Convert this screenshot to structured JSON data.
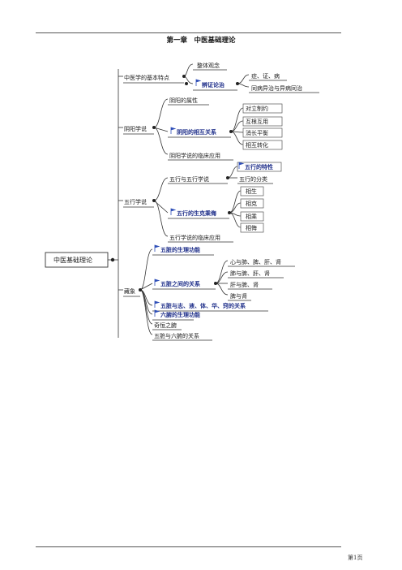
{
  "header": {
    "title": "第一章　中医基础理论"
  },
  "mindmap": {
    "root": "中医基础理论",
    "branches": [
      {
        "label": "中医学的基本特点",
        "children": [
          {
            "label": "整体观念"
          },
          {
            "label": "辨证论治",
            "flag": true,
            "children": [
              {
                "label": "症、证、病"
              },
              {
                "label": "同病异治与异病同治"
              }
            ]
          }
        ]
      },
      {
        "label": "阴阳学说",
        "children": [
          {
            "label": "阴阳的属性"
          },
          {
            "label": "阴阳的相互关系",
            "flag": true,
            "children": [
              {
                "label": "对立制约"
              },
              {
                "label": "互根互用"
              },
              {
                "label": "消长平衡"
              },
              {
                "label": "相互转化"
              }
            ]
          },
          {
            "label": "阴阳学说的临床应用"
          }
        ]
      },
      {
        "label": "五行学说",
        "children": [
          {
            "label": "五行与五行学说",
            "children": [
              {
                "label": "五行的特性",
                "flag": true
              },
              {
                "label": "五行的分类"
              }
            ]
          },
          {
            "label": "五行的生克乘侮",
            "flag": true,
            "children": [
              {
                "label": "相生"
              },
              {
                "label": "相克"
              },
              {
                "label": "相乘"
              },
              {
                "label": "相侮"
              }
            ]
          },
          {
            "label": "五行学说的临床应用"
          }
        ]
      },
      {
        "label": "藏象",
        "children": [
          {
            "label": "五脏的生理功能",
            "flag": true
          },
          {
            "label": "五脏之间的关系",
            "flag": true,
            "children": [
              {
                "label": "心与肺、脾、肝、肾"
              },
              {
                "label": "肺与脾、肝、肾"
              },
              {
                "label": "肝与脾、肾"
              },
              {
                "label": "脾与肾"
              }
            ]
          },
          {
            "label": "五脏与志、液、体、华、窍的关系",
            "flag": true
          },
          {
            "label": "六腑的生理功能",
            "flag": true
          },
          {
            "label": "奇恒之腑"
          },
          {
            "label": "五脏与六腑的关系"
          }
        ]
      }
    ]
  },
  "footer": {
    "page": "第1页"
  },
  "colors": {
    "link": "#1f2f8a",
    "flag": "#2f4fb8",
    "line": "#333333"
  }
}
